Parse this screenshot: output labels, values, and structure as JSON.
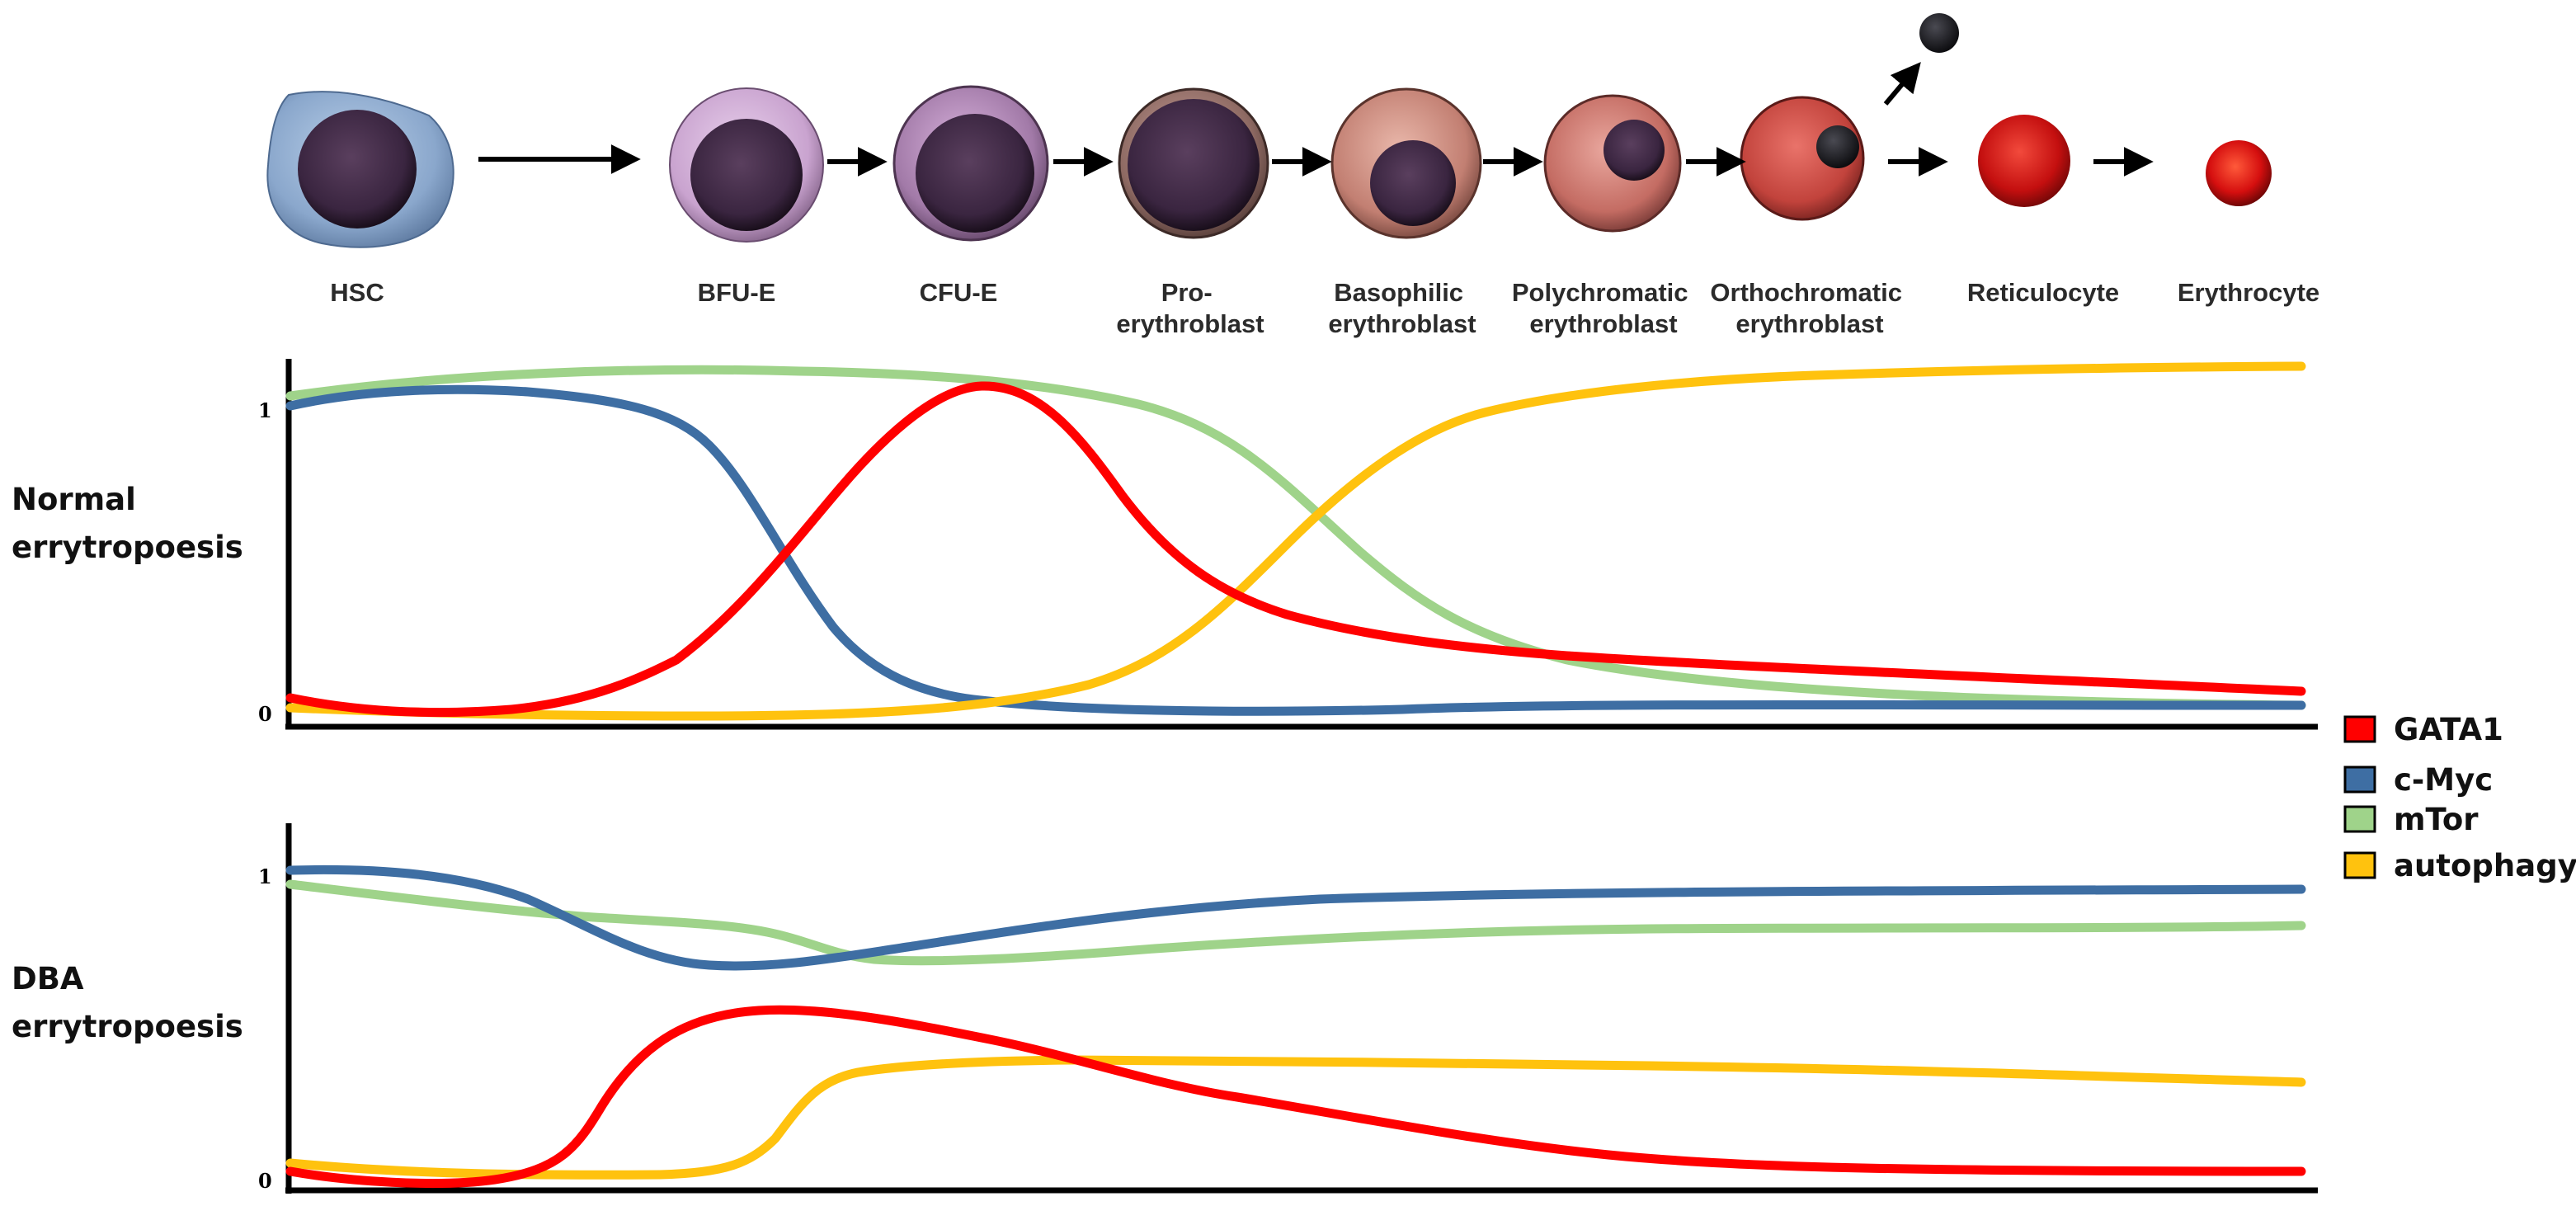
{
  "stages": [
    {
      "id": "hsc",
      "label_lines": [
        "HSC"
      ]
    },
    {
      "id": "bfu-e",
      "label_lines": [
        "BFU-E"
      ]
    },
    {
      "id": "cfu-e",
      "label_lines": [
        "CFU-E"
      ]
    },
    {
      "id": "pro-erythroblast",
      "label_lines": [
        "Pro-",
        "erythroblast"
      ]
    },
    {
      "id": "basophilic",
      "label_lines": [
        "Basophilic",
        "erythroblast"
      ]
    },
    {
      "id": "polychromatic",
      "label_lines": [
        "Polychromatic",
        "erythroblast"
      ]
    },
    {
      "id": "orthochromatic",
      "label_lines": [
        "Orthochromatic",
        "erythroblast"
      ]
    },
    {
      "id": "reticulocyte",
      "label_lines": [
        "Reticulocyte"
      ]
    },
    {
      "id": "erythrocyte",
      "label_lines": [
        "Erythrocyte"
      ]
    }
  ],
  "panels": [
    {
      "id": "normal",
      "label_lines": [
        "Normal",
        "errytropoesis"
      ],
      "tick_high": "1",
      "tick_low": "0"
    },
    {
      "id": "dba",
      "label_lines": [
        "DBA",
        "errytropoesis"
      ],
      "tick_high": "1",
      "tick_low": "0"
    }
  ],
  "legend": [
    {
      "label": "GATA1",
      "color": "#ff0000"
    },
    {
      "label": "c-Myc",
      "color": "#3e6ea3"
    },
    {
      "label": "mTor",
      "color": "#9fd38a"
    },
    {
      "label": "autophagy",
      "color": "#ffc20e"
    }
  ],
  "icons": {
    "arrow": "right-arrow-icon",
    "expelled_nucleus": "expelled-nucleus-icon"
  },
  "colors": {
    "gata1": "#ff0000",
    "cmyc": "#3e6ea3",
    "mtor": "#9fd38a",
    "autophagy": "#ffc20e"
  }
}
